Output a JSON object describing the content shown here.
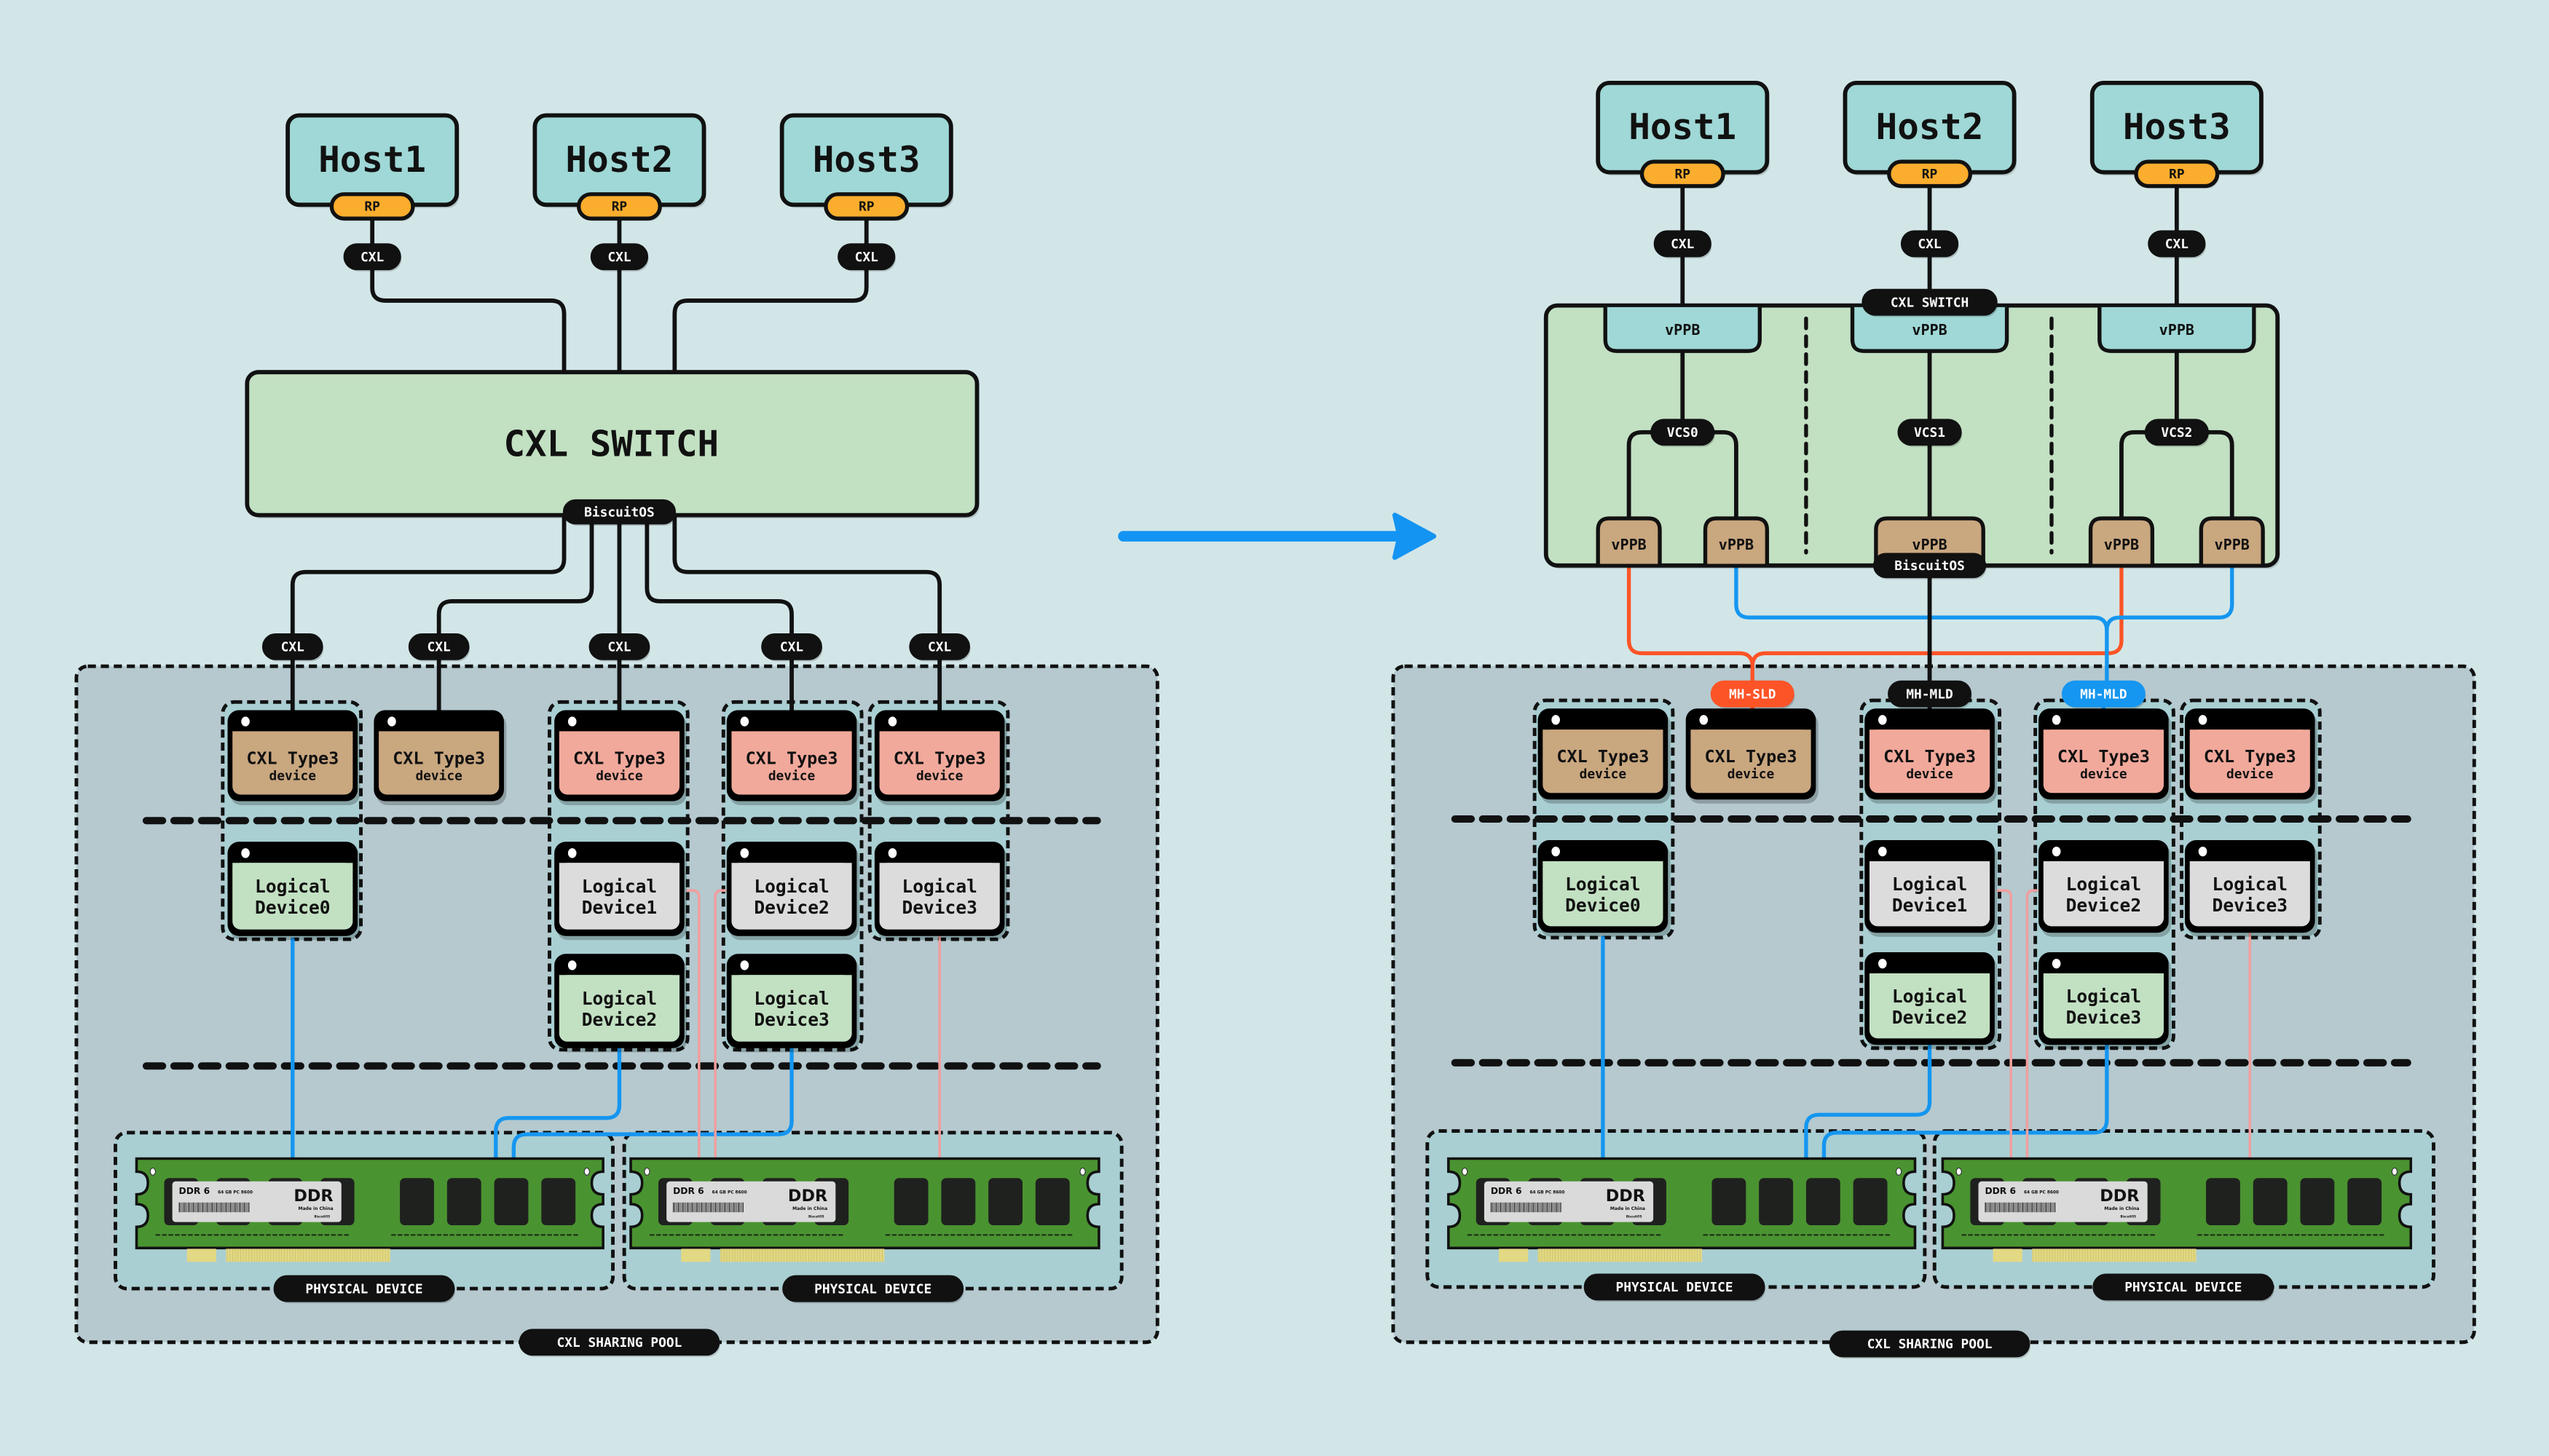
{
  "colors": {
    "background": "#d2e6e8",
    "pool_fill": "#b5c9cf",
    "group_fill": "#a9cfd3",
    "host_fill": "#9fd8d6",
    "rp_fill": "#fbad2d",
    "switch_fill": "#c2e0c2",
    "type3_tan": "#c9a77f",
    "type3_salmon": "#f1a99b",
    "ld_green": "#c2e0c2",
    "ld_grey": "#dcdcdc",
    "vppb_teal": "#9fd8d6",
    "vppb_tan": "#c9a77f",
    "wire_black": "#111111",
    "wire_blue": "#1596f0",
    "wire_pink": "#ef9f9f",
    "wire_red": "#fd5427",
    "arrow": "#1394f2",
    "pcb_green": "#4a9331",
    "chip": "#1f211f",
    "label_grey": "#dadada",
    "gold": "#e3d883"
  },
  "common": {
    "rp_label": "RP",
    "cxl_label": "CXL",
    "type3_line1": "CXL Type3",
    "type3_line2": "device",
    "ld_line1": "Logical",
    "physical_device_label": "PHYSICAL DEVICE",
    "pool_label": "CXL SHARING POOL",
    "biscuitos_label": "BiscuitOS",
    "ddr_module": {
      "generation": "DDR 6",
      "spec": "64 GB PC 8600",
      "brand": "DDR",
      "origin": "Made in China",
      "maker": "BiscuitOS"
    }
  },
  "left": {
    "hosts": [
      "Host1",
      "Host2",
      "Host3"
    ],
    "switch_title": "CXL SWITCH",
    "type3_devices": [
      {
        "color": "type3_tan"
      },
      {
        "color": "type3_tan"
      },
      {
        "color": "type3_salmon"
      },
      {
        "color": "type3_salmon"
      },
      {
        "color": "type3_salmon"
      }
    ],
    "logical_devices": [
      {
        "name": "Device0",
        "color": "ld_green"
      },
      {
        "name": "Device1",
        "color": "ld_grey"
      },
      {
        "name": "Device2",
        "color": "ld_grey"
      },
      {
        "name": "Device3",
        "color": "ld_grey"
      },
      {
        "name": "Device2",
        "color": "ld_green"
      },
      {
        "name": "Device3",
        "color": "ld_green"
      }
    ]
  },
  "right": {
    "hosts": [
      "Host1",
      "Host2",
      "Host3"
    ],
    "switch_title": "CXL SWITCH",
    "vppb_label": "vPPB",
    "vcs": [
      "VCS0",
      "VCS1",
      "VCS2"
    ],
    "mh_badges": [
      {
        "label": "MH-SLD",
        "color": "wire_red"
      },
      {
        "label": "MH-MLD",
        "color": "wire_black"
      },
      {
        "label": "MH-MLD",
        "color": "wire_blue"
      }
    ],
    "type3_devices": [
      {
        "color": "type3_tan"
      },
      {
        "color": "type3_tan"
      },
      {
        "color": "type3_salmon"
      },
      {
        "color": "type3_salmon"
      },
      {
        "color": "type3_salmon"
      }
    ],
    "logical_devices": [
      {
        "name": "Device0",
        "color": "ld_green"
      },
      {
        "name": "Device1",
        "color": "ld_grey"
      },
      {
        "name": "Device2",
        "color": "ld_grey"
      },
      {
        "name": "Device3",
        "color": "ld_grey"
      },
      {
        "name": "Device2",
        "color": "ld_green"
      },
      {
        "name": "Device3",
        "color": "ld_green"
      }
    ]
  },
  "arrow": {
    "direction": "right",
    "meaning": "transformation"
  }
}
